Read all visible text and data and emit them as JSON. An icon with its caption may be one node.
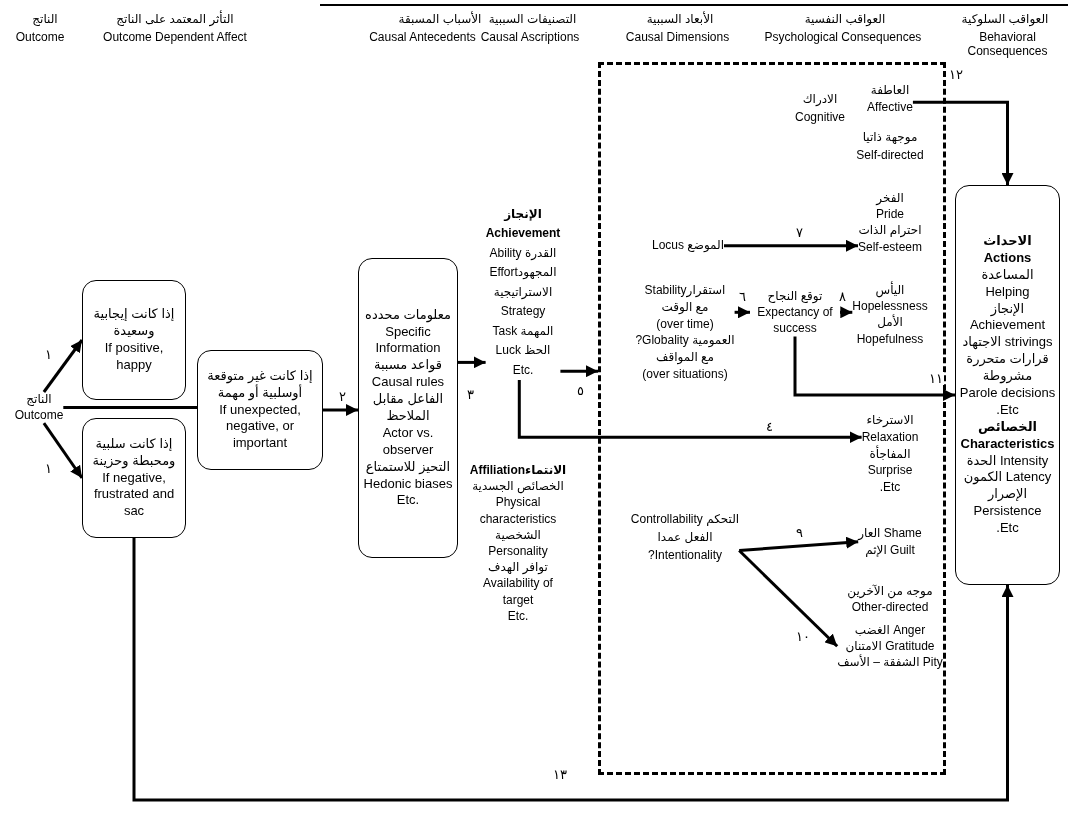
{
  "diagram": {
    "nodes": [
      {
        "text": [
          "الناتج",
          "Outcome"
        ]
      },
      {
        "text": [
          "إذا كانت إيجابية وسعيدة",
          "If positive, happy"
        ]
      },
      {
        "text": [
          "إذا كانت سلبية ومحبطة وحزينة",
          "If negative, frustrated and sac"
        ]
      },
      {
        "text": [
          "إذا كانت غير متوقعة أوسلبية أو مهمة",
          "If unexpected, negative, or important"
        ]
      },
      {
        "text": [
          "معلومات محدده",
          "Specific Information",
          "قواعد مسببة",
          "Causal rules",
          "الفاعل مقابل الملاحظ",
          "Actor vs. observer",
          "التحيز للاستمتاع",
          "Hedonic biases",
          "Etc."
        ]
      },
      {
        "text": [
          "الإنجاز",
          "Achievement",
          "Ability القدرة",
          "Effortالمجهود",
          "الاستراتيجية",
          "Strategy",
          "Task المهمة",
          "Luck الحظ",
          "Etc."
        ]
      },
      {
        "text": [
          "Affiliationالانتماء",
          "الخصائص الجسدية",
          "Physical characteristics",
          "الشخصية",
          "Personality",
          "توافر الهدف",
          "Availability of target",
          "Etc."
        ]
      },
      {
        "text": [],
        "shape": "box"
      },
      {
        "text": [
          "Locus الموضع"
        ],
        "in": 7
      },
      {
        "text": [
          "Stabilityاستقرار",
          "مع الوقت",
          "(over time)",
          "?Globality العمومية",
          "مع المواقف",
          "(over situations)"
        ],
        "in": 7
      },
      {
        "text": [
          "Controllability التحكم",
          "الفعل عمدا",
          "?Intentionality"
        ],
        "in": 7
      },
      {
        "text": [
          "توقع النجاح",
          "Expectancy of success"
        ],
        "in": 7
      },
      {
        "text": [
          "العاطفة",
          "Affective"
        ],
        "in": 7
      },
      {
        "text": [
          "الفخر",
          "Pride",
          "احترام الذات",
          "Self-esteem"
        ],
        "in": 7
      },
      {
        "text": [
          "اليأس",
          "Hopelessness",
          "الأمل",
          "Hopefulness"
        ],
        "in": 7
      },
      {
        "text": [
          "الاسترخاء",
          "Relaxation",
          "المفاجأة",
          "Surprise",
          ".Etc"
        ],
        "in": 7
      },
      {
        "text": [
          "العار Shame",
          "الإثم Guilt"
        ],
        "in": 7
      },
      {
        "text": [
          "الغضب Anger",
          "الامتنان Gratitude",
          "الشفقة – الأسف Pity"
        ],
        "in": 7
      },
      {
        "text": [
          "الاحداث Actions",
          "المساعدة Helping",
          "الإنجاز Achievement",
          "الاجتهاد strivings",
          "قرارات متحررة مشروطة",
          "Parole decisions",
          ".Etc",
          "الخصائص",
          "Characteristics",
          "الحدة Intensity",
          "الكمون Latency",
          "الإصرار Persistence",
          ".Etc"
        ]
      }
    ],
    "edges": [
      {
        "from": 0,
        "to": 1,
        "arrow": "to",
        "label": "١"
      },
      {
        "from": 0,
        "to": 2,
        "arrow": "to",
        "label": "١"
      },
      {
        "from": 0,
        "to": 3,
        "arrow": "none"
      },
      {
        "from": 3,
        "to": 4,
        "arrow": "to",
        "label": "٢"
      },
      {
        "from": 4,
        "to": 5,
        "arrow": "to",
        "label": "٣"
      },
      {
        "from": 5,
        "to": 7,
        "arrow": "to",
        "label": "٥"
      },
      {
        "from": 5,
        "to": 15,
        "arrow": "to",
        "label": "٤"
      },
      {
        "from": 8,
        "to": 13,
        "arrow": "to",
        "label": "٧"
      },
      {
        "from": 9,
        "to": 11,
        "arrow": "to",
        "label": "٦"
      },
      {
        "from": 11,
        "to": 14,
        "arrow": "to",
        "label": "٨"
      },
      {
        "from": 11,
        "to": 18,
        "arrow": "to",
        "label": "١١"
      },
      {
        "from": 10,
        "to": 16,
        "arrow": "to",
        "label": "٩"
      },
      {
        "from": 10,
        "to": 17,
        "arrow": "to",
        "label": "١٠"
      },
      {
        "from": 12,
        "to": 18,
        "arrow": "to",
        "label": "١٢"
      },
      {
        "from": 2,
        "to": 18,
        "arrow": "to",
        "label": "١٣"
      }
    ],
    "labels": [
      "الناتج",
      "Outcome",
      "التأثر المعتمد على الناتج",
      "Outcome Dependent Affect",
      "الأسباب المسبقة",
      "Causal Antecedents",
      "التصنيفات السببية",
      "Causal Ascriptions",
      "الأبعاد السببية",
      "Causal Dimensions",
      "العواقب النفسية",
      "Psychological Consequences",
      "العواقب السلوكية",
      "Behavioral Consequences",
      "الادراك",
      "Cognitive",
      "موجهة ذاتيا",
      "Self-directed",
      "موجه من الآخرين",
      "Other-directed"
    ]
  }
}
